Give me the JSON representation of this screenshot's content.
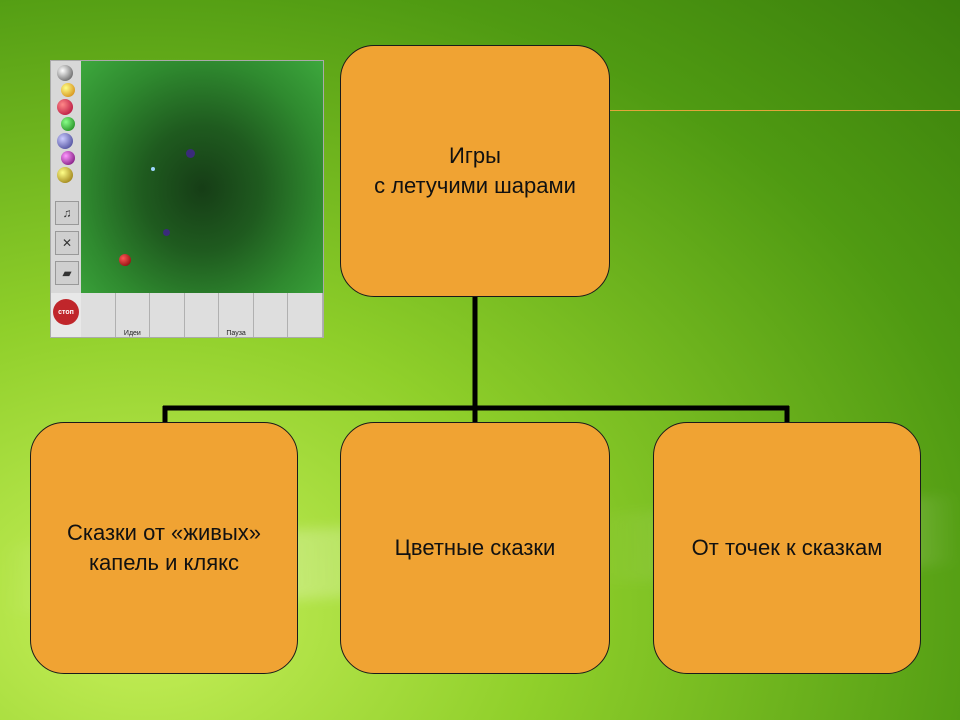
{
  "diagram": {
    "root": {
      "label": "Игры\nс летучими шарами"
    },
    "children": [
      {
        "label": "Сказки от «живых»\nкапель и клякс"
      },
      {
        "label": "Цветные сказки"
      },
      {
        "label": "От точек к сказкам"
      }
    ]
  },
  "game_screenshot": {
    "stop_label": "стоп",
    "toolbar_labels": [
      "",
      "Идеи",
      "",
      "",
      "Пауза",
      "",
      ""
    ]
  },
  "colors": {
    "box_fill": "#f0a333",
    "connector": "#000000",
    "background_light": "#c8f05a",
    "background_dark": "#3a7f0c"
  }
}
